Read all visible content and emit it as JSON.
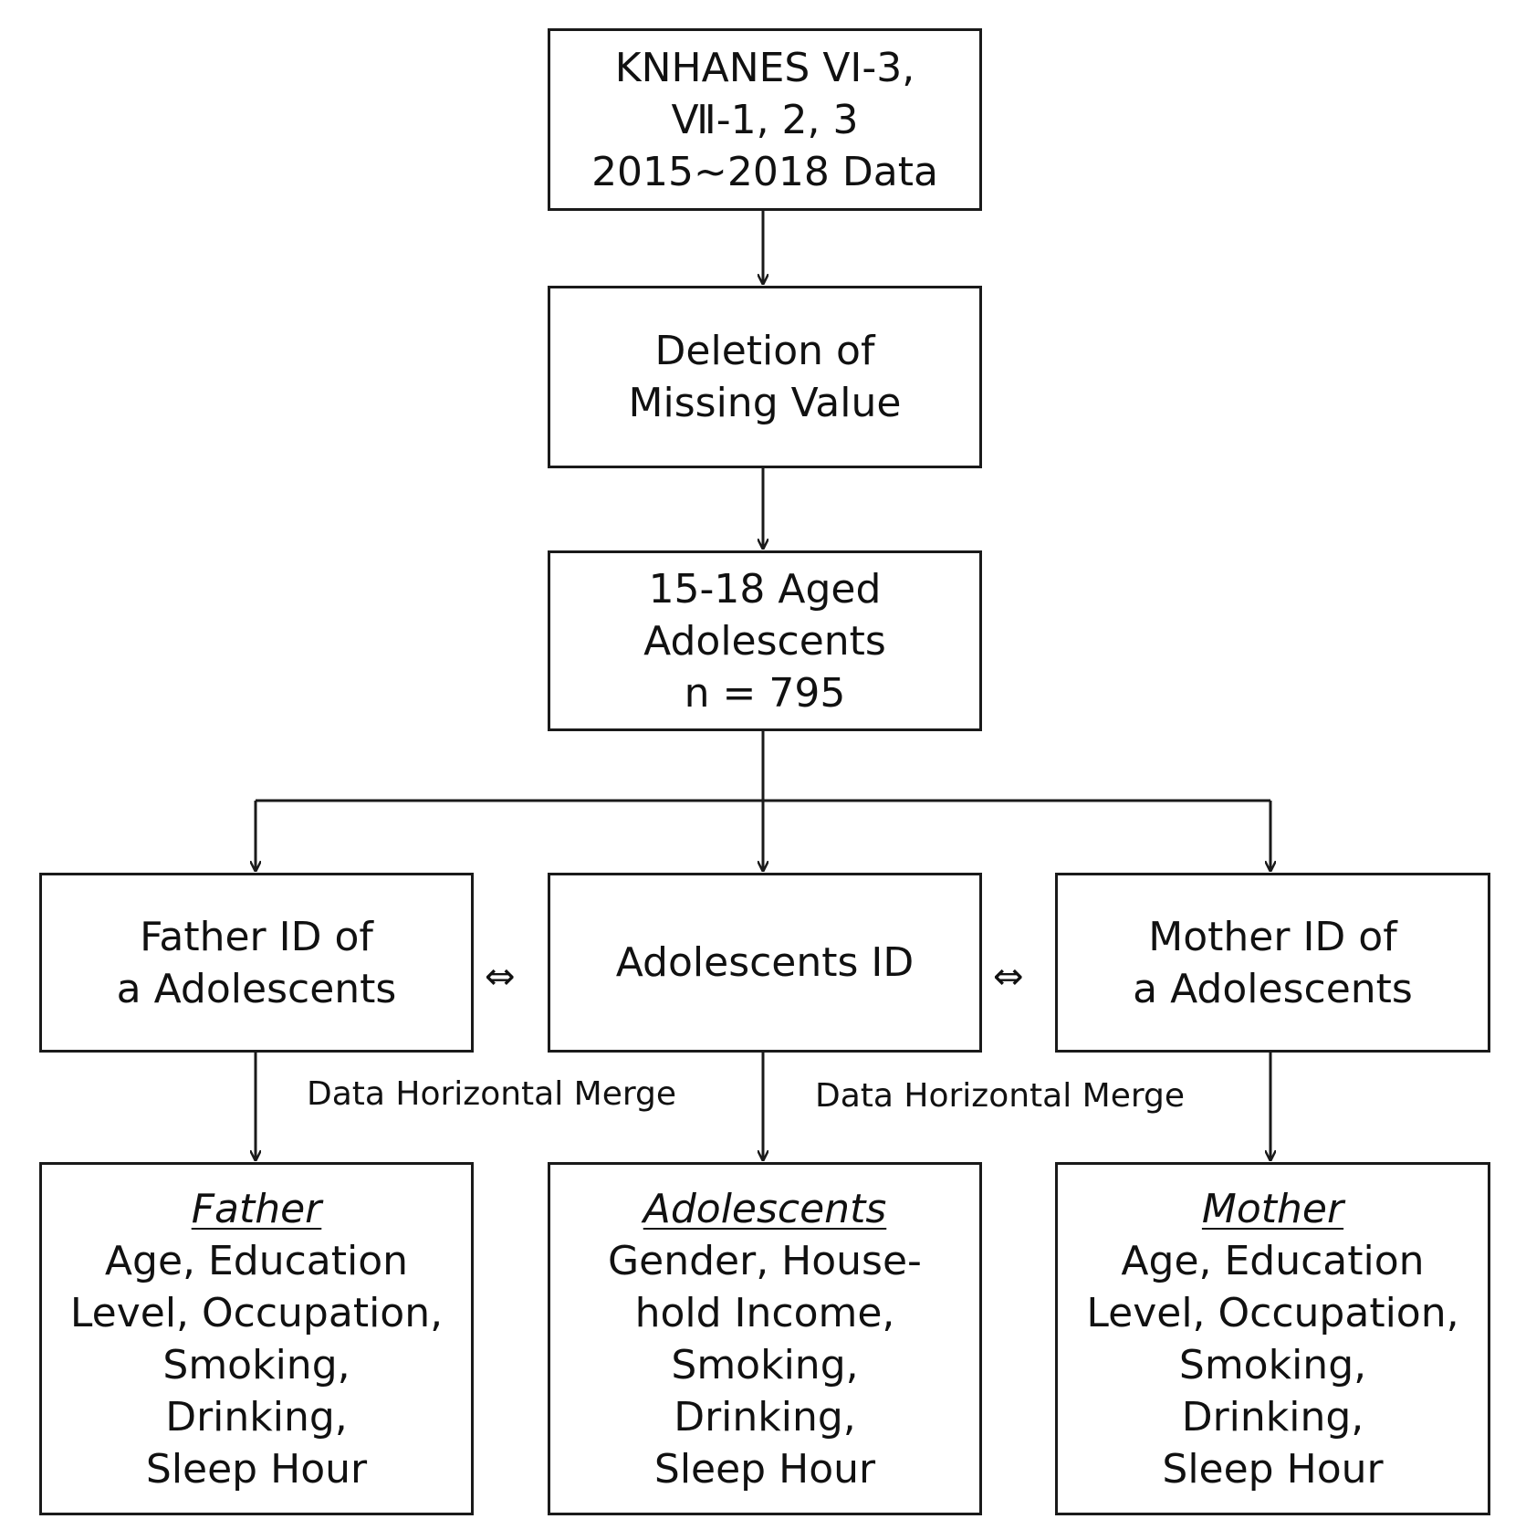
{
  "boxes": {
    "source": [
      "KNHANES VI-3,",
      "Ⅶ-1, 2, 3",
      "2015~2018 Data"
    ],
    "deletion": [
      "Deletion of",
      "Missing Value"
    ],
    "aged": [
      "15-18 Aged",
      "Adolescents",
      "n = 795"
    ],
    "father_id": [
      "Father ID of",
      "a Adolescents"
    ],
    "adolescents_id": [
      "Adolescents ID"
    ],
    "mother_id": [
      "Mother ID of",
      "a Adolescents"
    ],
    "father_vars": {
      "heading": "Father",
      "lines": [
        "Age, Education",
        "Level, Occupation,",
        "Smoking,",
        "Drinking,",
        "Sleep Hour"
      ]
    },
    "adolescents_vars": {
      "heading": "Adolescents",
      "lines": [
        "Gender, House-",
        "hold Income,",
        "Smoking,",
        "Drinking,",
        "Sleep Hour"
      ]
    },
    "mother_vars": {
      "heading": "Mother",
      "lines": [
        "Age, Education",
        "Level, Occupation,",
        "Smoking,",
        "Drinking,",
        "Sleep Hour"
      ]
    }
  },
  "merge_labels": [
    "Data Horizontal Merge",
    "Data Horizontal Merge"
  ],
  "link_symbols": [
    "⇔",
    "⇔"
  ]
}
